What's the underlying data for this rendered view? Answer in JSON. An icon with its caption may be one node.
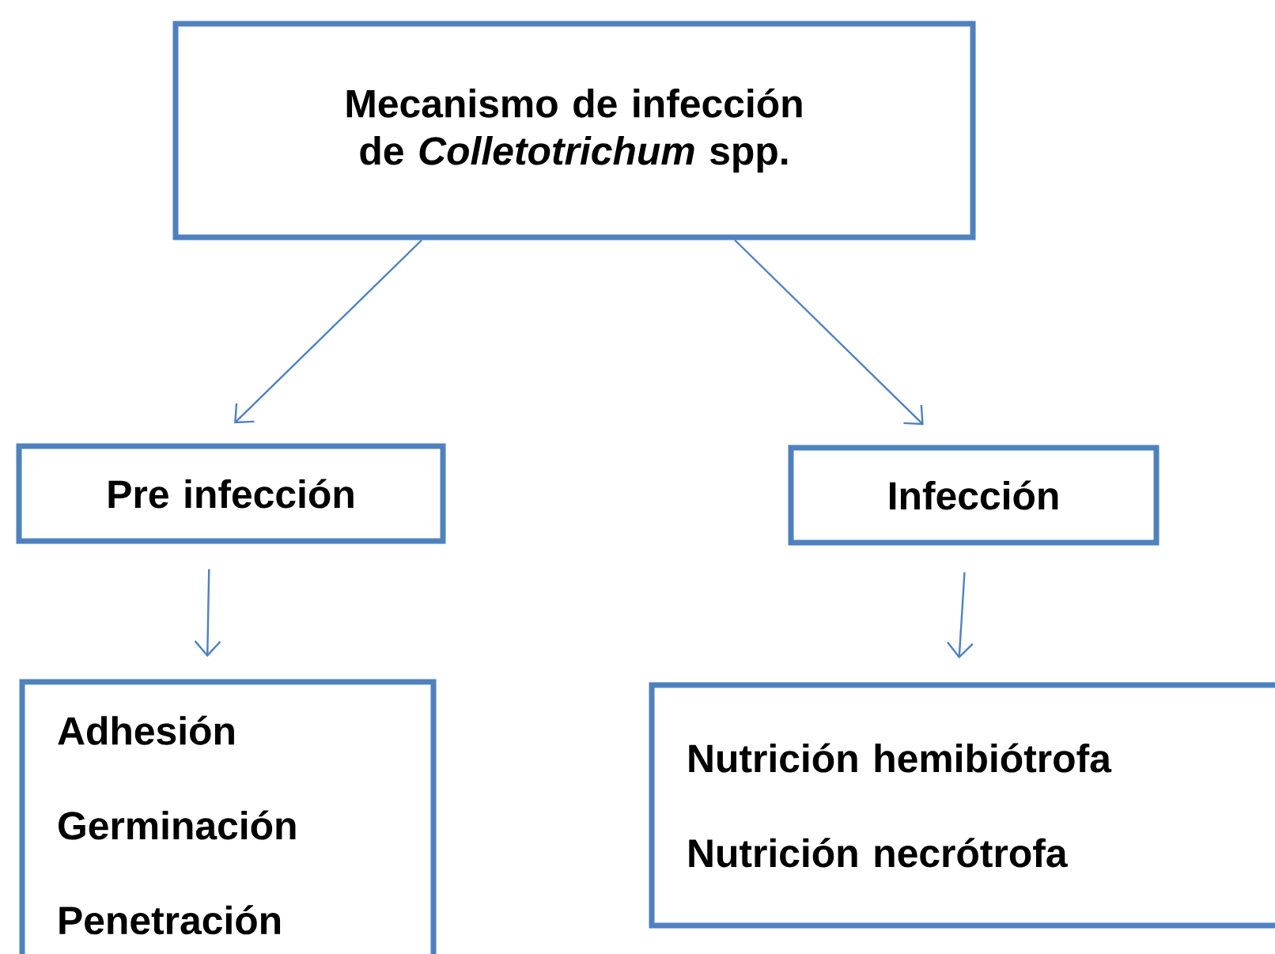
{
  "diagram": {
    "nodes": [
      {
        "text": [
          "Mecanismo de infección de *Colletotrichum* spp."
        ]
      },
      {
        "text": [
          "Pre infección"
        ]
      },
      {
        "text": [
          "Infección"
        ]
      },
      {
        "text": [
          "Adhesión",
          "Germinación",
          "Penetración"
        ]
      },
      {
        "text": [
          "Nutrición hemibiótrofa",
          "Nutrición necrótrofa"
        ]
      }
    ],
    "edges": [
      {
        "from": 0,
        "to": 1,
        "arrow": "to"
      },
      {
        "from": 0,
        "to": 2,
        "arrow": "to"
      },
      {
        "from": 1,
        "to": 3,
        "arrow": "to"
      },
      {
        "from": 2,
        "to": 4,
        "arrow": "to"
      }
    ]
  }
}
